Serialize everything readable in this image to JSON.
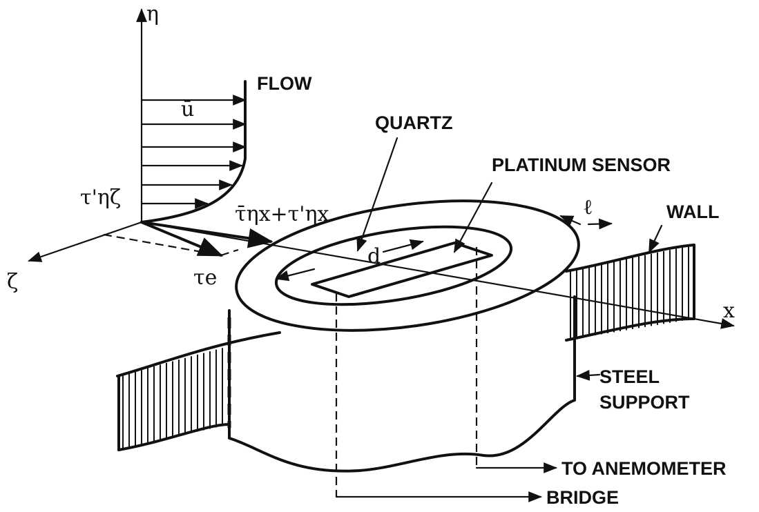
{
  "labels": {
    "eta_axis": "η",
    "flow": "FLOW",
    "u_bar": "ū",
    "quartz": "QUARTZ",
    "platinum_sensor": "PLATINUM SENSOR",
    "wall": "WALL",
    "length": "ℓ",
    "d": "d",
    "x_axis": "x",
    "zeta_axis": "ζ",
    "tau_e": "τe",
    "tau_eta_zeta": "τ'ηζ",
    "tau_eta_x": "τ̄ηx+τ'ηx",
    "steel_support": "STEEL\nSUPPORT",
    "steel": "STEEL",
    "support": "SUPPORT",
    "to_anemometer": "TO ANEMOMETER",
    "bridge": "BRIDGE"
  }
}
